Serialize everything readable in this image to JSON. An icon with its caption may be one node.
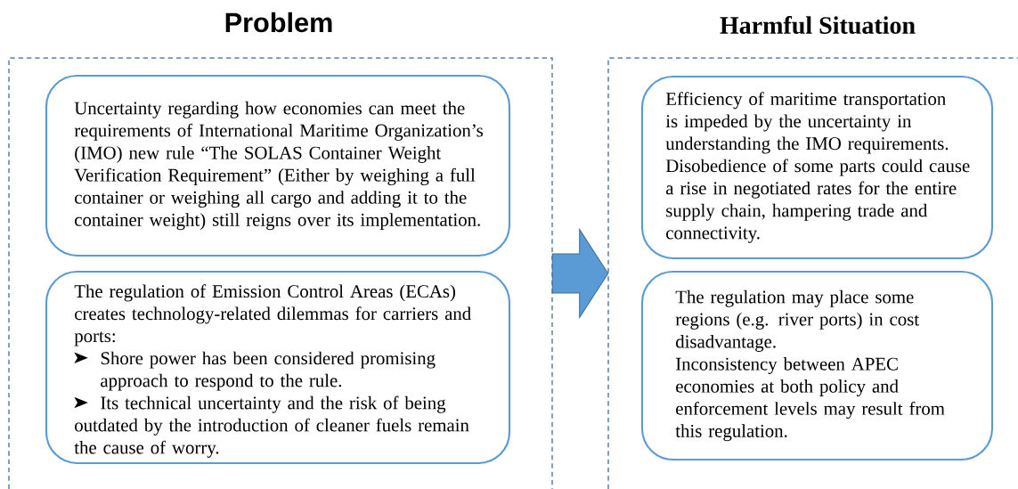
{
  "diagram": {
    "nodes": [
      {
        "text": [
          "Problem"
        ]
      },
      {
        "text": [
          "Uncertainty regarding how economies can meet the requirements of International Maritime Organization’s (IMO) new rule “The SOLAS Container Weight Verification Requirement” (Either by weighing a full container or weighing all cargo and adding it to the container weight) still reigns over its implementation."
        ],
        "in": 0
      },
      {
        "text": [
          "The regulation of Emission Control Areas (ECAs) creates technology-related dilemmas for carriers and ports:",
          "Shore power has been considered promising approach to respond to the rule.",
          "Its technical uncertainty and the risk of being outdated by the introduction of cleaner fuels remain the cause of worry."
        ],
        "in": 0
      },
      {
        "text": [
          "Harmful Situation"
        ]
      },
      {
        "text": [
          "Efficiency of maritime transportation is impeded by the uncertainty in understanding the IMO requirements. Disobedience of some parts could cause a rise in negotiated rates for the entire supply chain, hampering trade and connectivity."
        ],
        "in": 3
      },
      {
        "text": [
          "The regulation may place some regions (e.g. river ports) in cost disadvantage.",
          "Inconsistency between APEC economies at both policy and enforcement levels may result from this regulation."
        ],
        "in": 3
      }
    ],
    "edges": [
      {
        "from": 0,
        "to": 3,
        "arrow": "to"
      }
    ]
  }
}
